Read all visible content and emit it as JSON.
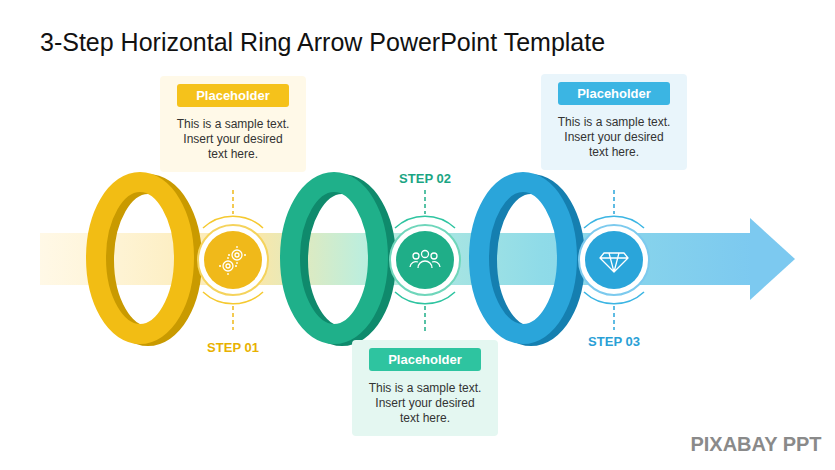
{
  "diagram": {
    "title": "3-Step Horizontal Ring Arrow PowerPoint Template",
    "nodes": [
      {
        "text": [
          "Placeholder",
          "This is a sample text. Insert your desired text here."
        ]
      },
      {
        "text": [
          "Placeholder",
          "This is a sample text. Insert your desired text here."
        ]
      },
      {
        "text": [
          "Placeholder",
          "This is a sample text. Insert your desired text here."
        ]
      }
    ],
    "labels": [
      "STEP 01",
      "STEP 02",
      "STEP 03",
      "PIXABAY PPT"
    ]
  }
}
